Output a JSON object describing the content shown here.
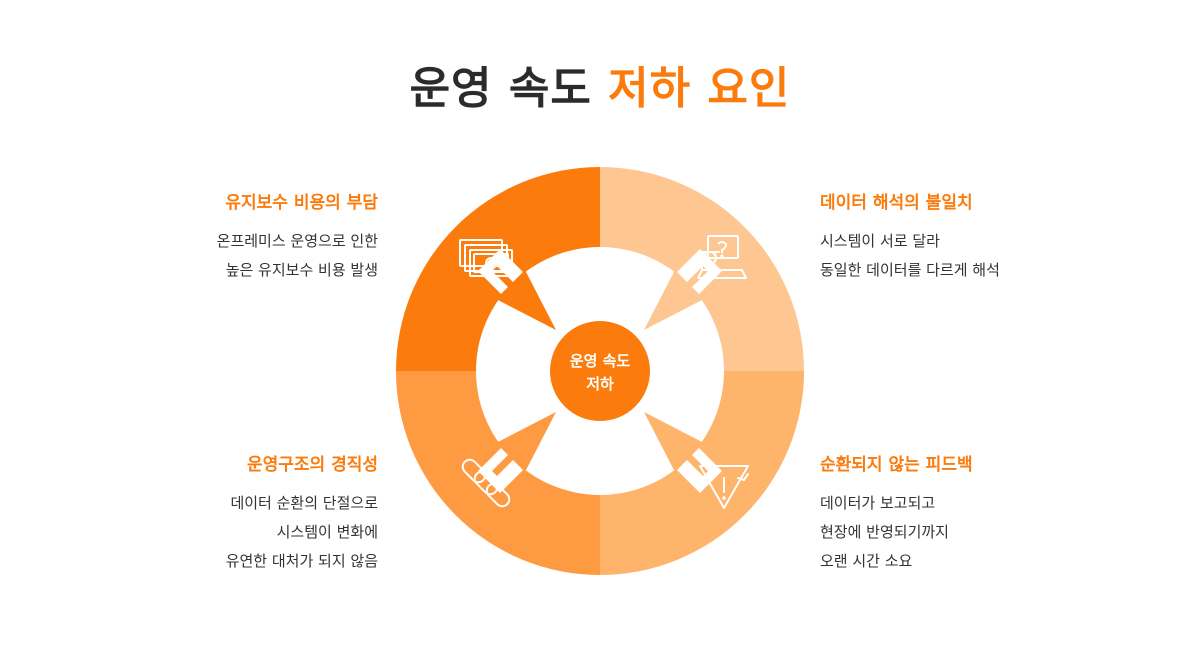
{
  "title": {
    "part1": "운영 속도",
    "part2": "저하 요인"
  },
  "center": {
    "line1": "운영 속도",
    "line2": "저하"
  },
  "colors": {
    "accent": "#fb7c0c",
    "dark_text": "#2b2b2b",
    "q_top_left": "#fb7c0c",
    "q_top_right": "#fec690",
    "q_bottom_left": "#fd9a42",
    "q_bottom_right": "#feb46a"
  },
  "factors": [
    {
      "id": "maintenance-cost",
      "icon": "money-icon",
      "heading": "유지보수 비용의 부담",
      "lines": [
        "온프레미스 운영으로 인한",
        "높은 유지보수 비용 발생"
      ]
    },
    {
      "id": "data-interpretation",
      "icon": "laptop-question-icon",
      "heading": "데이터 해석의 불일치",
      "lines": [
        "시스템이 서로 달라",
        "동일한 데이터를 다르게 해석"
      ]
    },
    {
      "id": "rigid-structure",
      "icon": "chain-link-icon",
      "heading": "운영구조의 경직성",
      "lines": [
        "데이터 순환의 단절으로",
        "시스템이 변화에",
        "유연한 대처가 되지 않음"
      ]
    },
    {
      "id": "feedback-loop",
      "icon": "warning-cycle-icon",
      "heading": "순환되지 않는 피드백",
      "lines": [
        "데이터가 보고되고",
        "현장에 반영되기까지",
        "오랜 시간 소요"
      ]
    }
  ]
}
